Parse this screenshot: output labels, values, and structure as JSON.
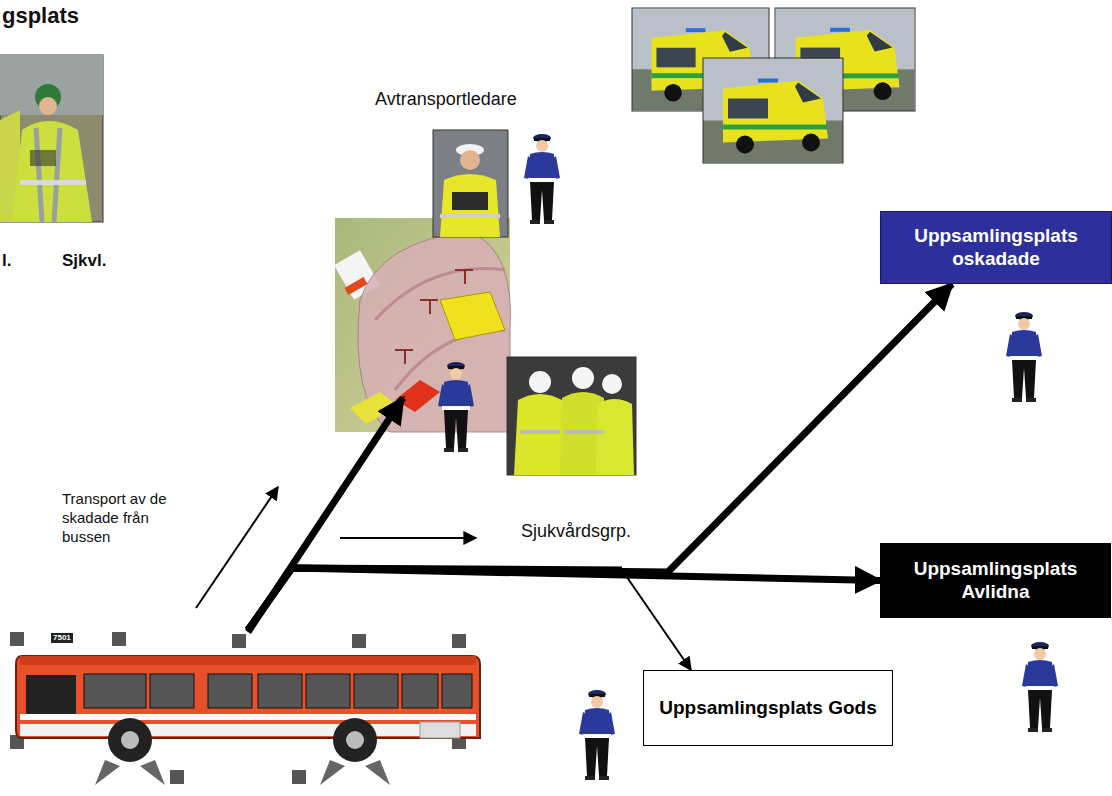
{
  "diagram": {
    "nodes": [
      {
        "text": [
          "7501"
        ]
      },
      {
        "text": [
          "Uppsamlingsplats oskadade"
        ]
      },
      {
        "text": [
          "Uppsamlingsplats Avlidna"
        ]
      },
      {
        "text": [
          "Uppsamlingsplats Gods"
        ]
      }
    ],
    "edges": [
      {
        "from": 0,
        "to": 1,
        "arrow": "to"
      },
      {
        "from": 0,
        "to": 2,
        "arrow": "to"
      },
      {
        "from": 0,
        "to": 3,
        "arrow": "to"
      }
    ],
    "labels": [
      "gsplats",
      "l.",
      "Sjkvl.",
      "Avtransportledare",
      "Sjukvårdsgrp.",
      "Transport av de skadade från bussen"
    ]
  }
}
